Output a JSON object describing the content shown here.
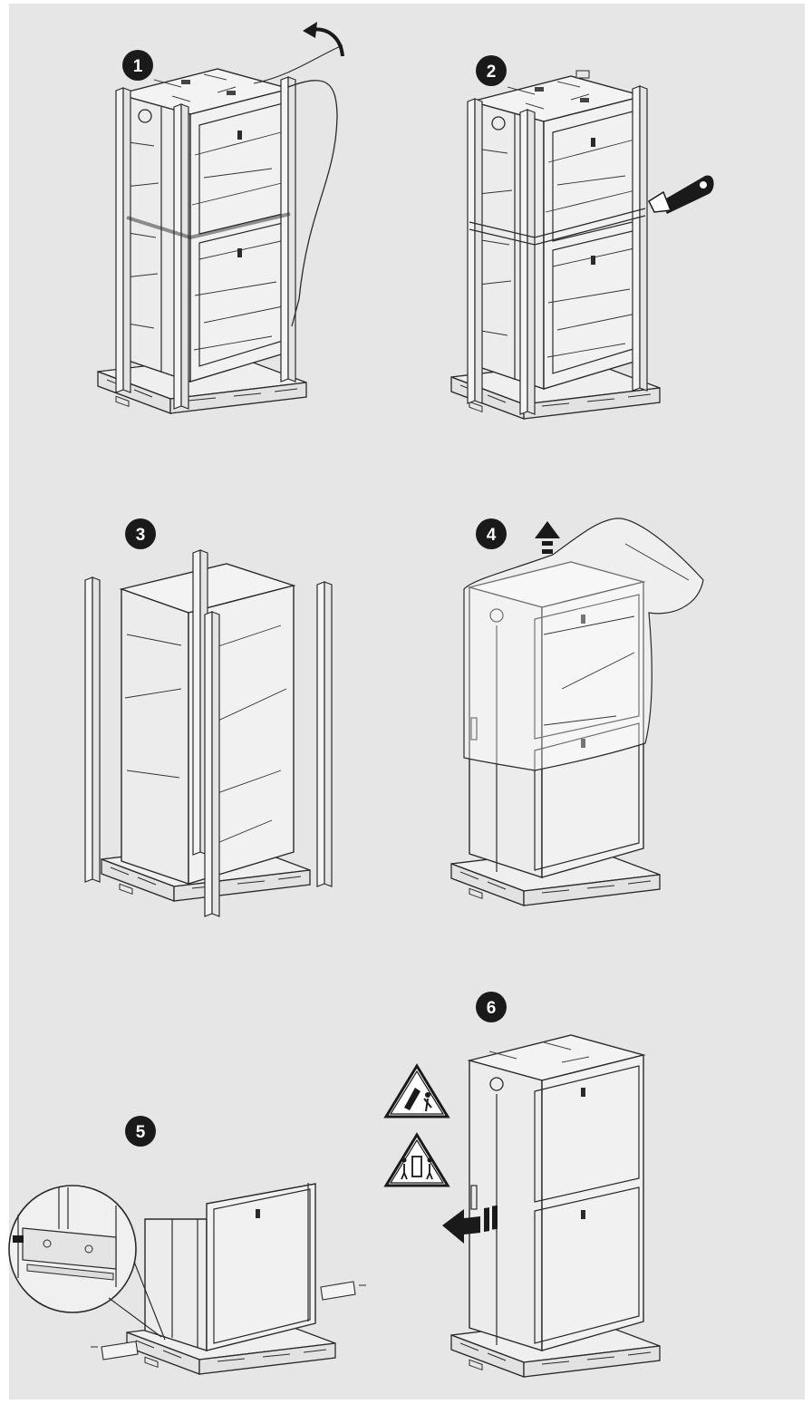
{
  "steps": [
    {
      "number": "1",
      "action": "remove-stretch-wrap"
    },
    {
      "number": "2",
      "action": "cut-strapping"
    },
    {
      "number": "3",
      "action": "remove-corner-posts"
    },
    {
      "number": "4",
      "action": "remove-plastic-bag"
    },
    {
      "number": "5",
      "action": "remove-shipping-brackets"
    },
    {
      "number": "6",
      "action": "roll-off-pallet"
    }
  ],
  "icons": [
    "curved-arrow-icon",
    "utility-knife-icon",
    "up-arrow-icon",
    "left-arrow-icon",
    "tip-hazard-icon",
    "two-person-lift-icon"
  ],
  "colors": {
    "background": "#e6e6e6",
    "line": "#2a2a2a",
    "badge": "#1a1a1a",
    "badge_text": "#ffffff",
    "cabinet_fill": "#efefef",
    "warning_fill": "#ffffff"
  }
}
